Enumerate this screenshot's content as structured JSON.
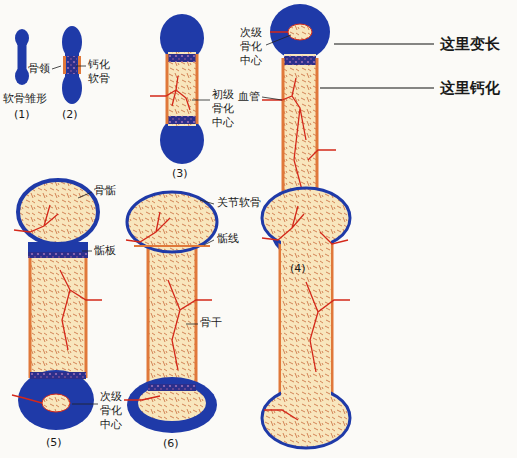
{
  "diagram": {
    "labels": [
      "软骨雏形",
      "(1)",
      "骨领",
      "钙化软骨",
      "(2)",
      "初级骨化中心",
      "(3)",
      "次级骨化中心",
      "血管",
      "(4)",
      "这里变长",
      "这里钙化",
      "骨骺",
      "骺板",
      "次级骨化中心",
      "(5)",
      "关节软骨",
      "骺线",
      "骨干",
      "(6)"
    ]
  }
}
